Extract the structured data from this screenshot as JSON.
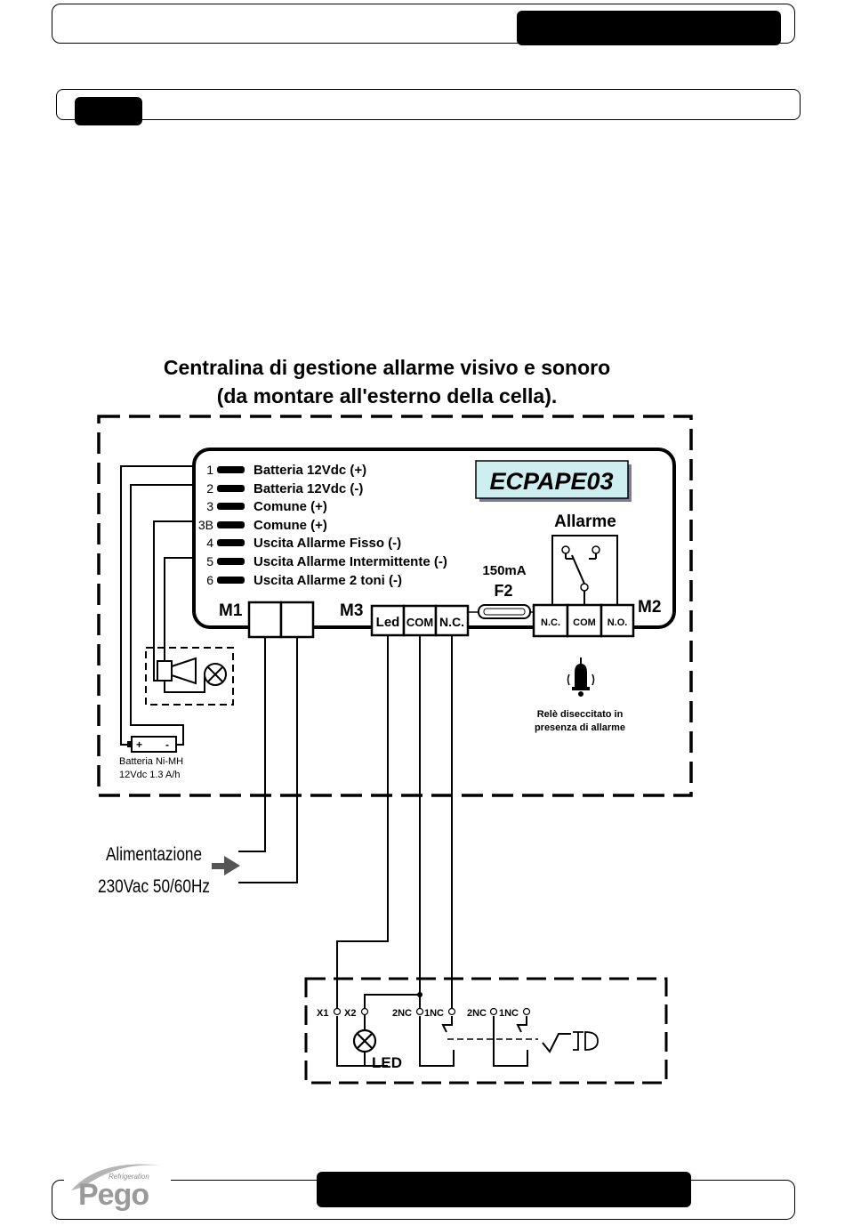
{
  "diagram": {
    "title_line1": "Centralina di gestione allarme visivo e sonoro",
    "title_line2": "(da montare all'esterno della cella).",
    "model_label": "ECPAPE03",
    "terminals": [
      {
        "num": "1",
        "label": "Batteria 12Vdc (+)"
      },
      {
        "num": "2",
        "label": "Batteria 12Vdc (-)"
      },
      {
        "num": "3",
        "label": "Comune (+)"
      },
      {
        "num": "3B",
        "label": "Comune (+)"
      },
      {
        "num": "4",
        "label": "Uscita Allarme Fisso (-)"
      },
      {
        "num": "5",
        "label": "Uscita Allarme Intermittente (-)"
      },
      {
        "num": "6",
        "label": "Uscita Allarme 2 toni (-)"
      }
    ],
    "relay_title": "Allarme",
    "fuse_rating": "150mA",
    "fuse_name": "F2",
    "m1_label": "M1",
    "m2_label": "M2",
    "m3_label": "M3",
    "m3_terminals": [
      "Led",
      "COM",
      "N.C."
    ],
    "m2_terminals": [
      "N.C.",
      "COM",
      "N.O."
    ],
    "relay_note_line1": "Relè diseccitato in",
    "relay_note_line2": "presenza di allarme",
    "battery_label_line1": "Batteria Ni-MH",
    "battery_label_line2": "12Vdc 1.3 A/h",
    "power_label_line1": "Alimentazione",
    "power_label_line2": "230Vac 50/60Hz",
    "bottom_terminals": [
      "X1",
      "X2",
      "2NC",
      "1NC",
      "2NC",
      "1NC"
    ],
    "led_label": "LED"
  },
  "footer": {
    "brand": "Pego",
    "brand_tagline": "Refrigeration"
  }
}
